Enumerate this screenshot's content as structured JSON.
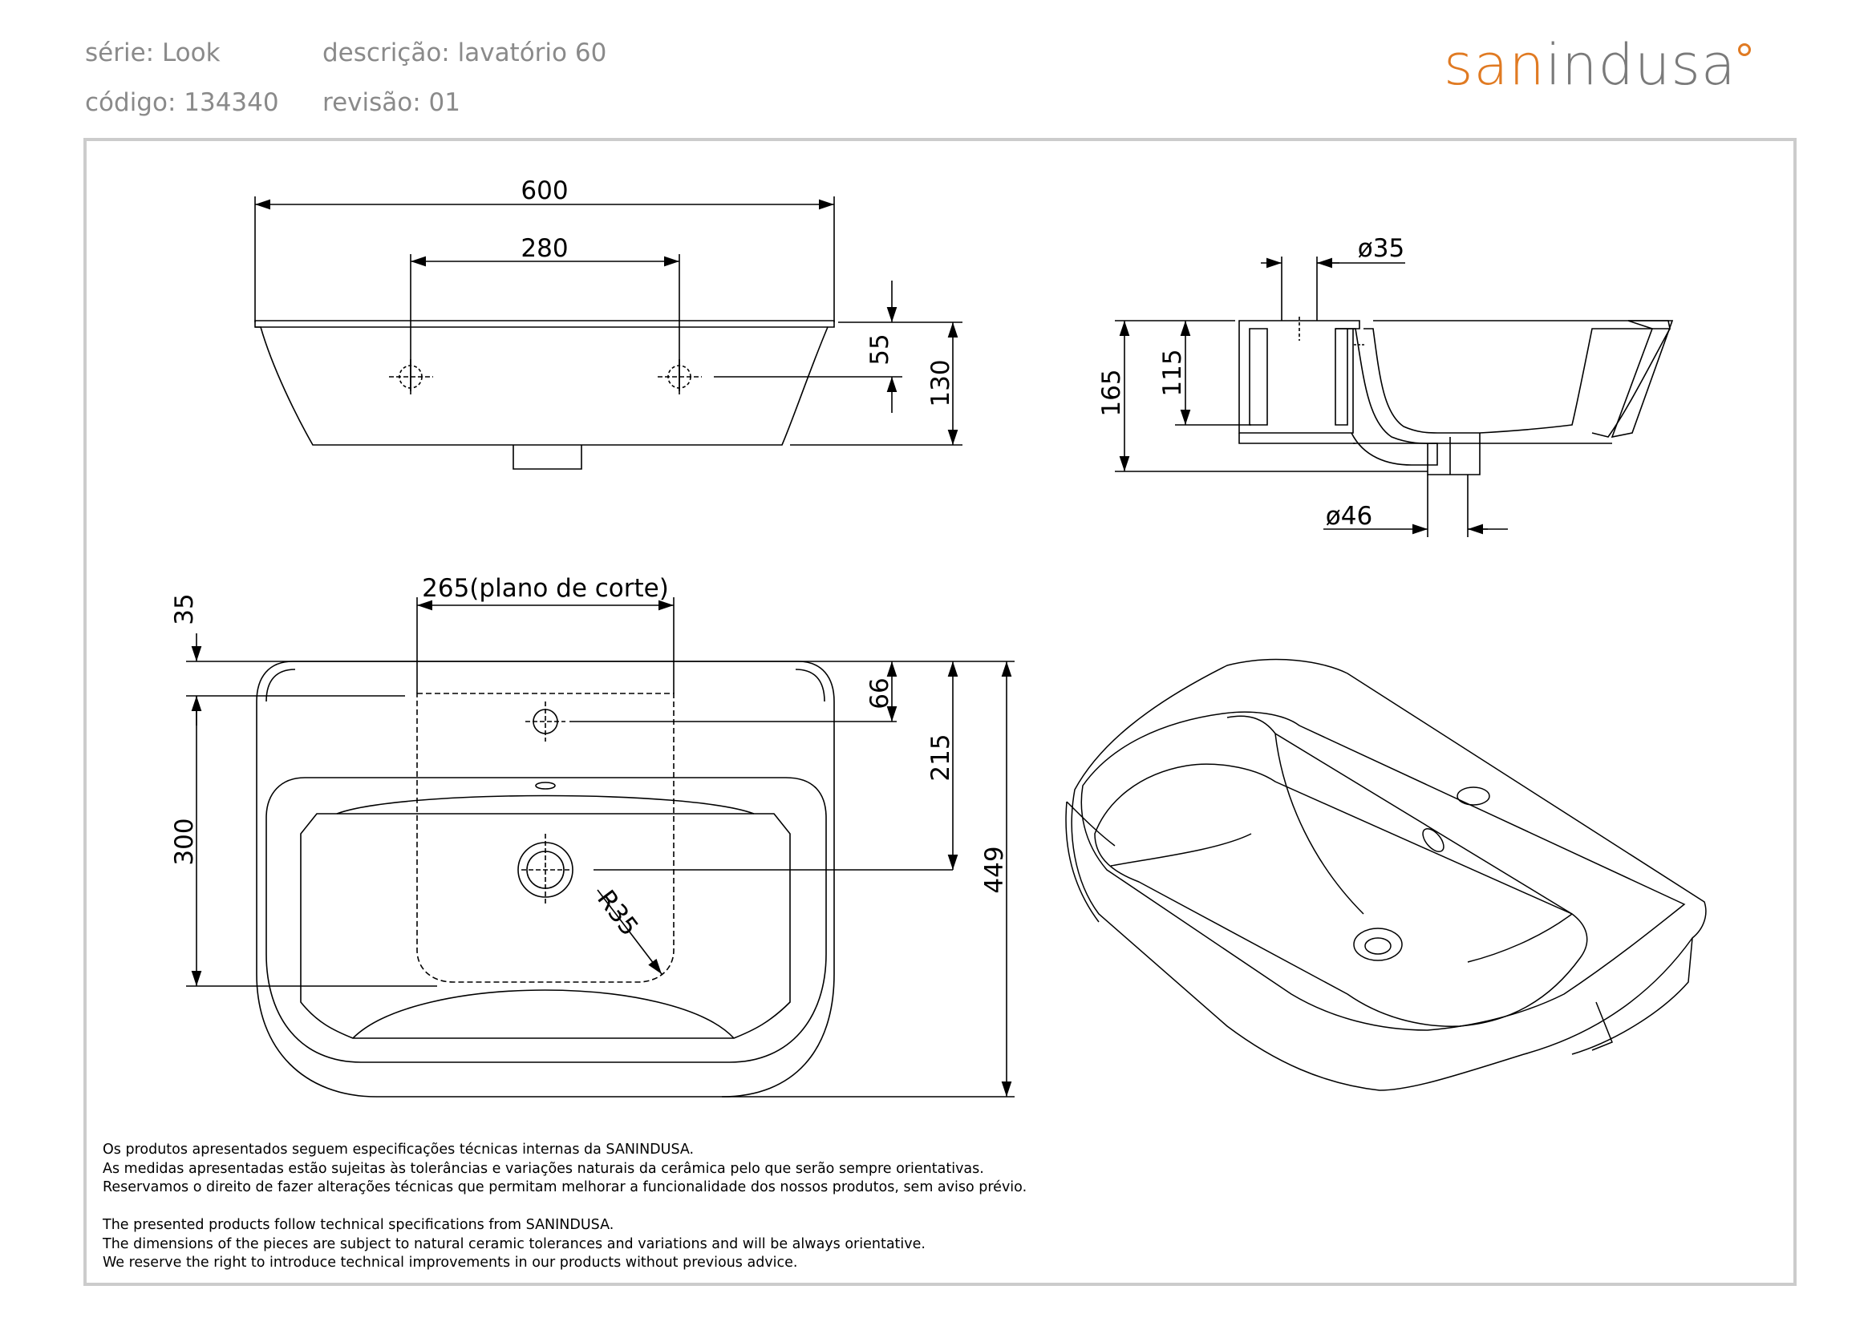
{
  "header": {
    "serie": "série: Look",
    "descricao": "descrição: lavatório 60",
    "codigo": "código: 134340",
    "revisao": "revisão: 01"
  },
  "brand": {
    "logo_part1": "san",
    "logo_part2": "indusa",
    "logo_colors": {
      "primary": "#e07a22",
      "secondary": "#7a7a7a"
    }
  },
  "front_view": {
    "width_label": "600",
    "tap_spacing_label": "280",
    "tap_height_label": "55",
    "height_label": "130"
  },
  "section_view": {
    "overflow_diameter_label": "ø35",
    "total_height_label": "165",
    "bowl_depth_label": "115",
    "drain_diameter_label": "ø46"
  },
  "top_view": {
    "cut_plane_label": "265(plano de corte)",
    "rim_label": "35",
    "tap_hole_label": "66",
    "drain_position_label": "215",
    "bowl_length_label": "300",
    "depth_label": "449",
    "radius_label": "R35"
  },
  "notes_pt": [
    "Os produtos apresentados seguem especificações técnicas internas da SANINDUSA.",
    "As medidas apresentadas estão sujeitas às tolerâncias e variações naturais da cerâmica pelo que serão sempre orientativas.",
    "Reservamos o direito de fazer alterações técnicas que permitam melhorar a funcionalidade dos nossos produtos, sem aviso prévio."
  ],
  "notes_en": [
    "The presented products follow technical specifications from SANINDUSA.",
    "The dimensions of the pieces are subject to natural ceramic tolerances and variations and will be always orientative.",
    "We reserve the right to introduce technical improvements in our products without previous advice."
  ]
}
